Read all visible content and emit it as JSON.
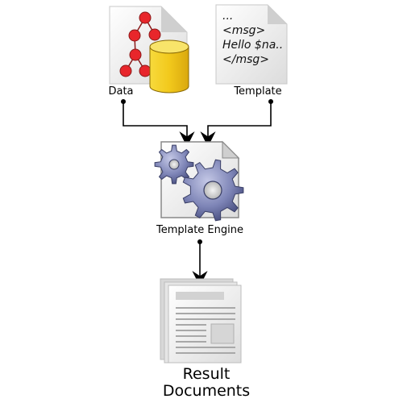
{
  "nodes": {
    "data": {
      "label": "Data"
    },
    "template": {
      "label": "Template",
      "content_lines": [
        "...",
        "<msg>",
        "Hello $na..",
        "</msg>"
      ]
    },
    "engine": {
      "label": "Template Engine"
    },
    "result": {
      "label_line1": "Result",
      "label_line2": "Documents"
    }
  },
  "icons": {
    "data": "tree-and-database-icon",
    "template": "document-icon",
    "engine": "gears-icon",
    "result": "stacked-documents-icon"
  },
  "colors": {
    "tree_node": "#e8262b",
    "database": "#f2c91c",
    "gear": "#6f76a8",
    "paper": "#eeeeee",
    "arrow": "#000000"
  }
}
